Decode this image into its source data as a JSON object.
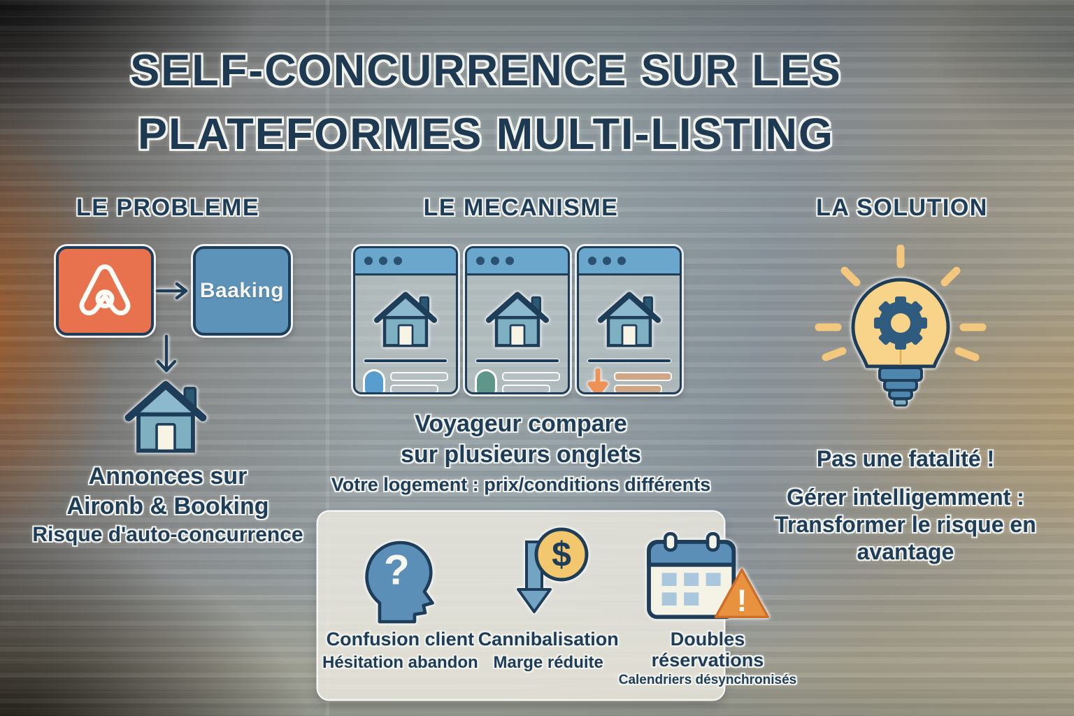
{
  "title": {
    "lines": [
      "SELF-CONCURRENCE SUR LES",
      "PLATEFORMES MULTI-LISTING"
    ]
  },
  "colors": {
    "accent_navy": "#1e3d58",
    "airbnb_orange": "#e8724d",
    "booking_blue": "#5d93b8",
    "browser_header_blue": "#6ba6cc",
    "house_blue": "#7fb0c2",
    "bulb_yellow": "#f7d489",
    "ray_yellow": "#f3c87e",
    "coin_yellow": "#f2c76e",
    "warning_orange": "#e8913f",
    "arrow_blue": "#6d9fc0"
  },
  "problem": {
    "heading": "LE PROBLEME",
    "airbnb_icon": "airbnb-logo",
    "booking_label": "Baaking",
    "caption_lines": [
      "Annonces sur",
      "Aironb & Booking"
    ],
    "subcaption": "Risque d'auto-concurrence"
  },
  "mechanism": {
    "heading": "LE MECANISME",
    "browser_count": 3,
    "caption_lines": [
      "Voyageur compare",
      "sur plusieurs onglets"
    ],
    "subcaption": "Votre logement : prix/conditions différents",
    "consequences": [
      {
        "icon": "confused-client-icon",
        "label": "Confusion client",
        "sublabel": "Hésitation abandon"
      },
      {
        "icon": "price-drop-icon",
        "label": "Cannibalisation",
        "sublabel": "Marge réduite"
      },
      {
        "icon": "calendar-warning-icon",
        "label": "Doubles réservations",
        "sublabel": "Calendriers désynchronisés"
      }
    ]
  },
  "solution": {
    "heading": "LA SOLUTION",
    "bulb_icon": "lightbulb-gear-icon",
    "caption": "Pas une fatalité !",
    "subcaption_lines": [
      "Gérer intelligemment :",
      "Transformer le risque en",
      "avantage"
    ]
  }
}
